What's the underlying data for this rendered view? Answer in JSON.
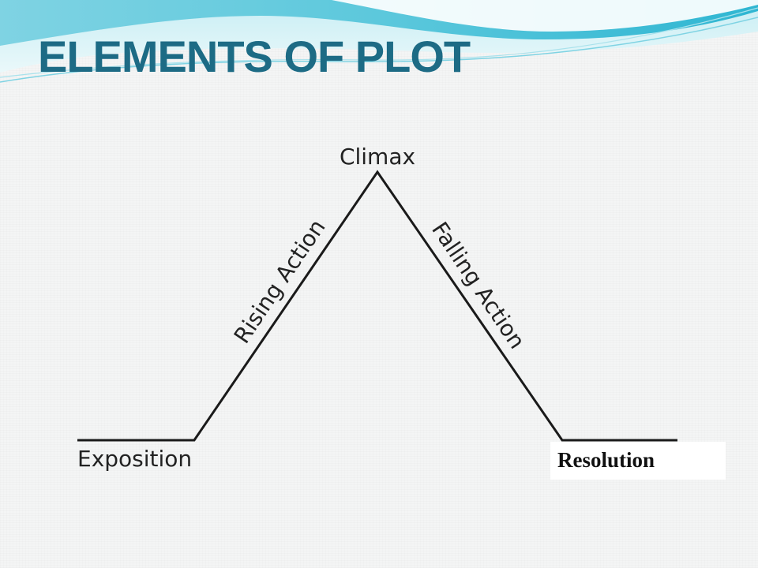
{
  "slide": {
    "title": "ELEMENTS OF PLOT",
    "title_color": "#1d6b85",
    "header_wave_colors": [
      "#4fc6dd",
      "#9fdde8",
      "#ffffff"
    ]
  },
  "plot_diagram": {
    "stages": {
      "exposition": "Exposition",
      "rising_action": "Rising Action",
      "climax": "Climax",
      "falling_action": "Falling Action",
      "resolution": "Resolution"
    }
  }
}
